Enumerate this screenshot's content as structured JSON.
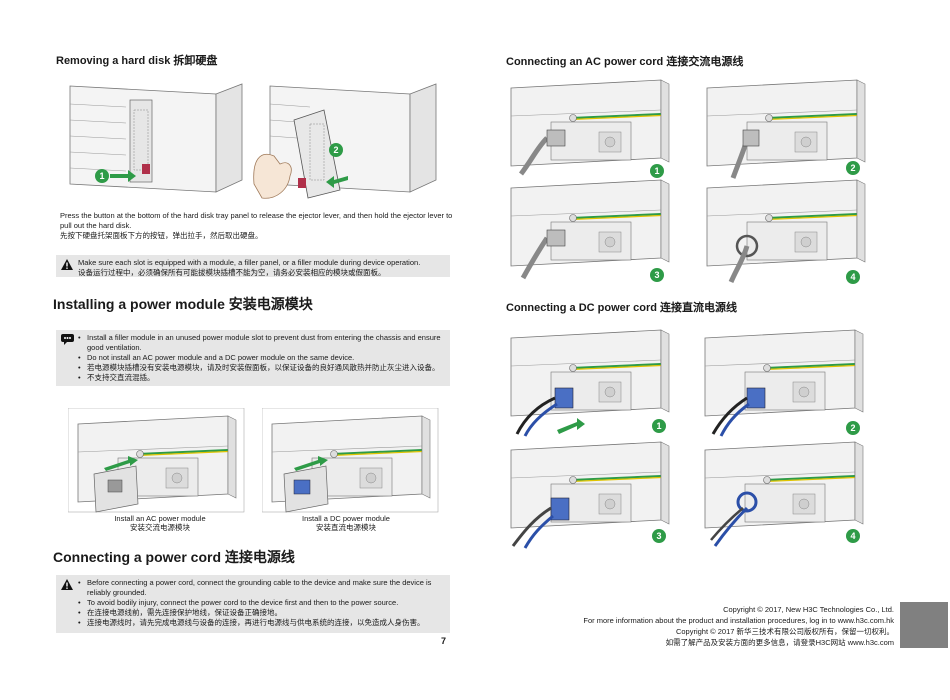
{
  "left": {
    "remove_hdd": {
      "title": "Removing a hard disk 拆卸硬盘",
      "step1": "1",
      "step2": "2",
      "desc_en": "Press the button at the bottom of the hard disk tray panel to release the ejector lever, and then hold the ejector lever to pull out the hard disk.",
      "desc_cn": "先按下硬盘托架面板下方的按钮，弹出拉手，然后取出硬盘。",
      "warning_en": "Make sure each slot is equipped with a module, a filler panel, or a filler module during device operation.",
      "warning_cn": "设备运行过程中，必须确保所有可能拔模块插槽不能为空，请务必安装相应的模块或假面板。"
    },
    "install_psu": {
      "title": "Installing a power module 安装电源模块",
      "notes": [
        "Install a filler module in an unused power module slot to prevent dust from entering the chassis and ensure good ventilation.",
        "Do not install an AC power module and a DC power module on the same device.",
        "若电源模块插槽没有安装电源模块，请及时安装假面板，以保证设备的良好通风散热并防止灰尘进入设备。",
        "不支持交直流混插。"
      ],
      "caption_ac_en": "Install an AC power module",
      "caption_ac_cn": "安装交流电源模块",
      "caption_dc_en": "Install a DC power module",
      "caption_dc_cn": "安装直流电源模块"
    },
    "connect_cord": {
      "title": "Connecting a power cord 连接电源线",
      "warnings": [
        "Before connecting a power cord, connect the grounding cable to the device and make sure the device is reliably grounded.",
        "To avoid bodily injury, connect the power cord to the device first and then to the power source.",
        "在连接电源线前，需先连接保护地线，保证设备正确接地。",
        "连接电源线时，请先完成电源线与设备的连接，再进行电源线与供电系统的连接，以免造成人身伤害。"
      ]
    },
    "page_number": "7"
  },
  "right": {
    "ac_title": "Connecting an AC power cord 连接交流电源线",
    "dc_title": "Connecting a DC power cord 连接直流电源线",
    "steps": [
      "1",
      "2",
      "3",
      "4"
    ],
    "copyright": [
      "Copyright © 2017, New H3C Technologies Co., Ltd.",
      "For more information about the product and installation procedures, log in to www.h3c.com.hk",
      "Copyright © 2017 新华三技术有限公司版权所有，保留一切权利。",
      "如需了解产品及安装方面的更多信息，请登录H3C网站 www.h3c.com"
    ]
  },
  "colors": {
    "accent_green": "#2e9b47",
    "note_bg": "#e6e6e6",
    "grey_tab": "#808080",
    "cable_blue": "#2b4fa8"
  }
}
